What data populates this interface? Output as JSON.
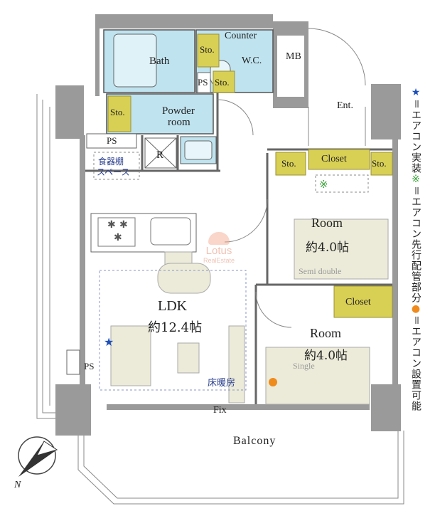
{
  "rooms": {
    "bath": "Bath",
    "counter": "Counter",
    "wc": "W.C.",
    "mb": "MB",
    "ps_top": "PS",
    "sto_bath": "Sto.",
    "sto_wc": "Sto.",
    "sto_powder": "Sto.",
    "powder_line1": "Powder",
    "powder_line2": "room",
    "ent": "Ent.",
    "ps_left": "PS",
    "r": "R",
    "pantry_line1": "食器棚",
    "pantry_line2": "スペース",
    "sto_hall_left": "Sto.",
    "closet_hall": "Closet",
    "sto_hall_right": "Sto.",
    "room1_name": "Room",
    "room1_size": "約4.0帖",
    "room1_bed": "Semi double",
    "closet_room2": "Closet",
    "room2_name": "Room",
    "room2_size": "約4.0帖",
    "room2_bed": "Single",
    "ldk_name": "LDK",
    "ldk_size": "約12.4帖",
    "floor_heating": "床暖房",
    "ps_bottom": "PS",
    "fix": "Fix",
    "balcony": "Balcony",
    "north": "N"
  },
  "watermark": {
    "brand": "Lotus",
    "sub": "RealEstate"
  },
  "legend": {
    "line1_symbol": "★",
    "line1_text": "＝エアコン実装",
    "line2_symbol": "※",
    "line2_text": "＝エアコン先行配管部分",
    "line3_symbol": "●",
    "line3_text": "＝エアコン設置可能"
  },
  "colors": {
    "wall": "#9a9a9a",
    "wet_area": "#bfe3ef",
    "storage": "#d8cf55",
    "furniture": "#ecebd9",
    "ac_star": "#1d4fb8",
    "ac_pipe": "#3aa33a",
    "ac_dot": "#ef8a1c",
    "balcony_line": "#888888"
  }
}
